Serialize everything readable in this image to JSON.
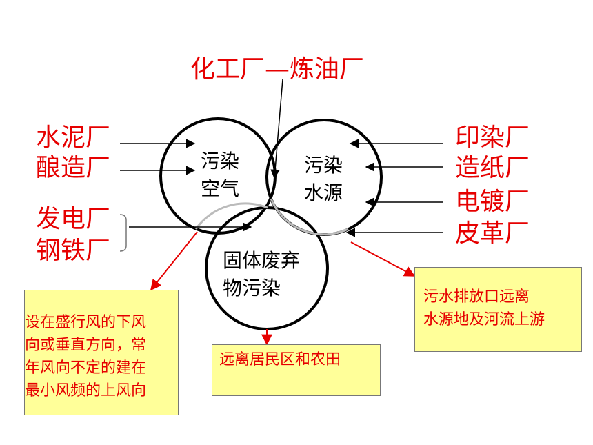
{
  "colors": {
    "accent": "#e60000",
    "note_background": "#ffff99",
    "circle_stroke": "#000000",
    "overlap_stroke": "#bbbbbb"
  },
  "top_label": "化工厂—炼油厂",
  "air_sources": [
    "水泥厂",
    "酿造厂"
  ],
  "solid_sources": [
    "发电厂",
    "钢铁厂"
  ],
  "water_sources": [
    "印染厂",
    "造纸厂",
    "电镀厂",
    "皮革厂"
  ],
  "circles": {
    "air": [
      "污染",
      "空气"
    ],
    "water": [
      "污染",
      "水源"
    ],
    "solid": [
      "固体废弃",
      "物污染"
    ]
  },
  "notes": {
    "air": [
      "设在盛行风的下风",
      "向或垂直方向，常",
      "年风向不定的建在",
      "最小风频的上风向"
    ],
    "solid": [
      "远离居民区和农田"
    ],
    "water": [
      "污水排放口远离",
      "水源地及河流上游"
    ]
  }
}
